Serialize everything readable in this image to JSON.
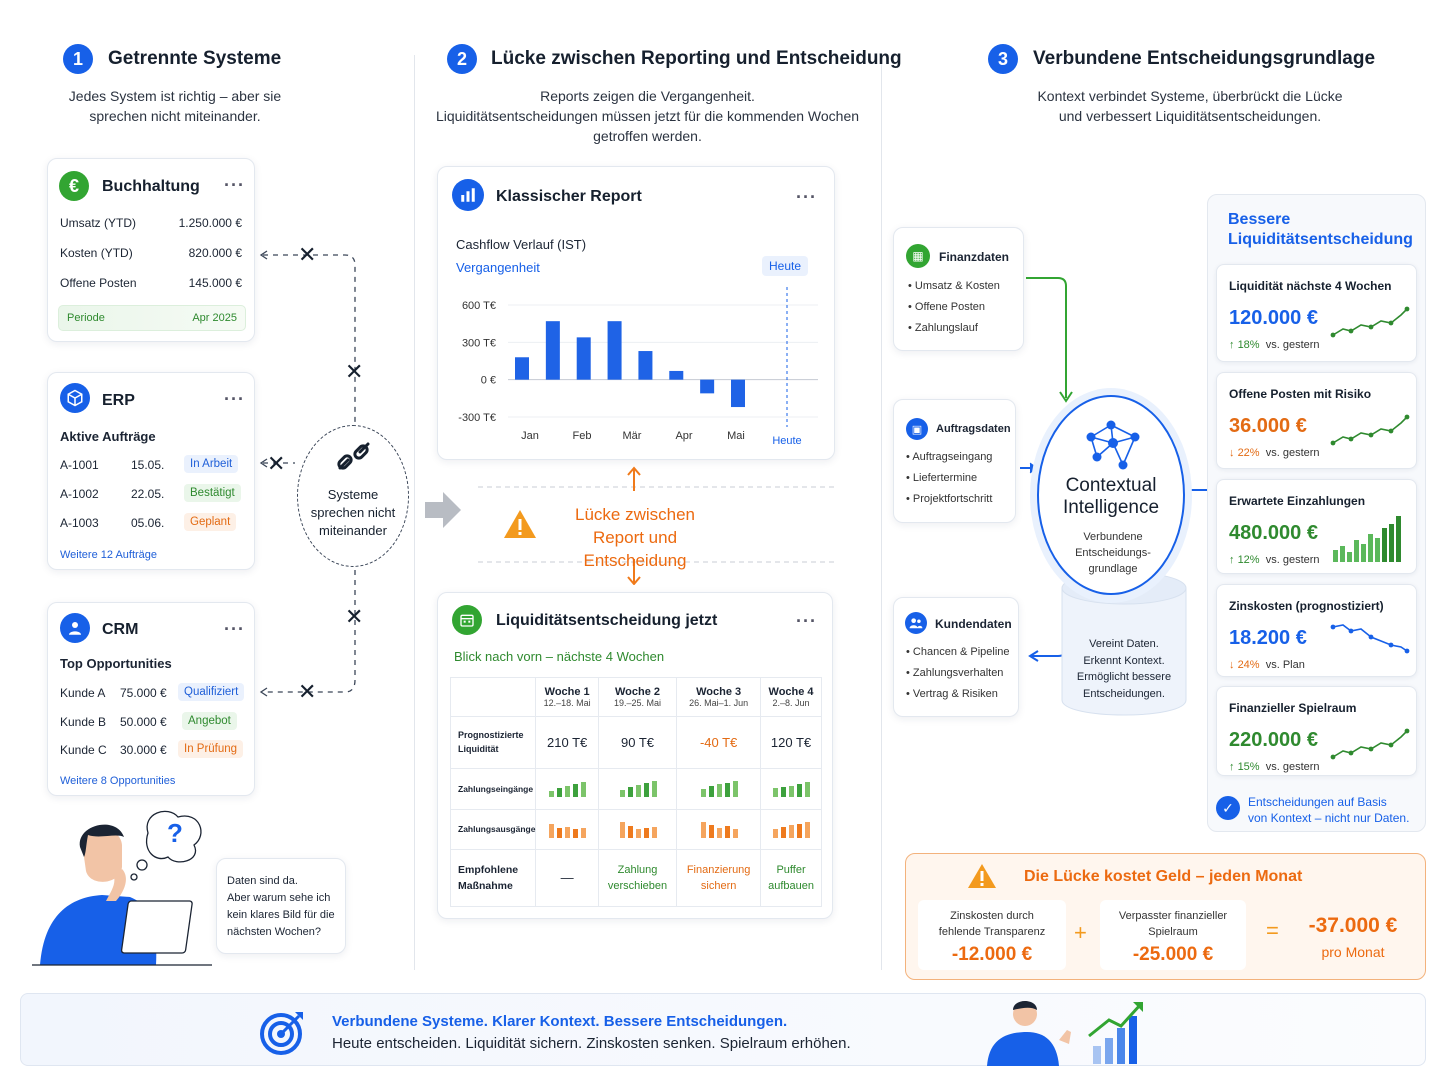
{
  "col1": {
    "num": "1",
    "title": "Getrennte Systeme",
    "sub1": "Jedes System ist richtig – aber sie",
    "sub2": "sprechen nicht miteinander.",
    "buchhaltung": {
      "title": "Buchhaltung",
      "dots": "···",
      "icon": "euro-icon",
      "icon_glyph": "€",
      "rows": [
        {
          "k": "Umsatz (YTD)",
          "v": "1.250.000 €"
        },
        {
          "k": "Kosten (YTD)",
          "v": "820.000 €"
        },
        {
          "k": "Offene Posten",
          "v": "145.000 €"
        }
      ],
      "period_label": "Periode",
      "period_value": "Apr 2025"
    },
    "erp": {
      "title": "ERP",
      "dots": "···",
      "section": "Aktive Aufträge",
      "rows": [
        {
          "id": "A-1001",
          "date": "15.05.",
          "status": "In Arbeit"
        },
        {
          "id": "A-1002",
          "date": "22.05.",
          "status": "Bestätigt"
        },
        {
          "id": "A-1003",
          "date": "05.06.",
          "status": "Geplant"
        }
      ],
      "more": "Weitere 12 Aufträge"
    },
    "crm": {
      "title": "CRM",
      "dots": "···",
      "section": "Top Opportunities",
      "rows": [
        {
          "k": "Kunde A",
          "v": "75.000 €",
          "status": "Qualifiziert"
        },
        {
          "k": "Kunde B",
          "v": "50.000 €",
          "status": "Angebot"
        },
        {
          "k": "Kunde C",
          "v": "30.000 €",
          "status": "In Prüfung"
        }
      ],
      "more": "Weitere 8 Opportunities"
    },
    "bubble_l1": "Systeme",
    "bubble_l2": "sprechen nicht",
    "bubble_l3": "miteinander",
    "x": "✕",
    "thought": "?",
    "speech": [
      "Daten sind da.",
      "Aber warum sehe ich",
      "kein klares Bild für die",
      "nächsten Wochen?"
    ]
  },
  "col2": {
    "num": "2",
    "title": "Lücke zwischen Reporting und Entscheidung",
    "sub1": "Reports zeigen die Vergangenheit.",
    "sub2": "Liquiditätsentscheidungen müssen jetzt für die kommenden Wochen",
    "sub3": "getroffen werden.",
    "report": {
      "title": "Klassischer Report",
      "dots": "···",
      "subtitle": "Cashflow Verlauf (IST)",
      "past": "Vergangenheit",
      "today": "Heute"
    },
    "gap_l1": "Lücke zwischen",
    "gap_l2": "Report und Entscheidung",
    "warn": "!",
    "decision": {
      "title": "Liquiditätsentscheidung jetzt",
      "dots": "···",
      "subtitle": "Blick nach vorn – nächste 4 Wochen",
      "weeks": [
        {
          "w": "Woche 1",
          "d": "12.–18. Mai"
        },
        {
          "w": "Woche 2",
          "d": "19.–25. Mai"
        },
        {
          "w": "Woche 3",
          "d": "26. Mai–1. Jun"
        },
        {
          "w": "Woche 4",
          "d": "2.–8. Jun"
        }
      ],
      "row1_l1": "Prognostizierte",
      "row1_l2": "Liquidität",
      "row1": [
        "210 T€",
        "90 T€",
        "-40 T€",
        "120 T€"
      ],
      "row2": "Zahlungseingänge",
      "row3": "Zahlungsausgänge",
      "row4_l1": "Empfohlene",
      "row4_l2": "Maßnahme",
      "actions": [
        {
          "l1": "—",
          "l2": ""
        },
        {
          "l1": "Zahlung",
          "l2": "verschieben"
        },
        {
          "l1": "Finanzierung",
          "l2": "sichern"
        },
        {
          "l1": "Puffer",
          "l2": "aufbauen"
        }
      ]
    }
  },
  "col3": {
    "num": "3",
    "title": "Verbundene Entscheidungsgrundlage",
    "sub1": "Kontext verbindet Systeme, überbrückt die Lücke",
    "sub2": "und verbessert Liquiditätsentscheidungen.",
    "sources": [
      {
        "title": "Finanzdaten",
        "items": [
          "Umsatz & Kosten",
          "Offene Posten",
          "Zahlungslauf"
        ]
      },
      {
        "title": "Auftragsdaten",
        "items": [
          "Auftragseingang",
          "Liefertermine",
          "Projektfortschritt"
        ]
      },
      {
        "title": "Kundendaten",
        "items": [
          "Chancen & Pipeline",
          "Zahlungsverhalten",
          "Vertrag & Risiken"
        ]
      }
    ],
    "ci_l1": "Contextual",
    "ci_l2": "Intelligence",
    "ci_s1": "Verbundene",
    "ci_s2": "Entscheidungs-",
    "ci_s3": "grundlage",
    "cyl": [
      "Vereint Daten.",
      "Erkennt Kontext.",
      "Ermöglicht bessere",
      "Entscheidungen."
    ],
    "better_l1": "Bessere",
    "better_l2": "Liquiditätsentscheidung",
    "kpis": [
      {
        "label": "Liquidität nächste 4 Wochen",
        "value": "120.000 €",
        "arrow": "↑",
        "pct": "18%",
        "ref": "vs. gestern",
        "color": "#1760e8"
      },
      {
        "label": "Offene Posten mit Risiko",
        "value": "36.000 €",
        "arrow": "↓",
        "pct": "22%",
        "ref": "vs. gestern",
        "color": "#e36b14"
      },
      {
        "label": "Erwartete Einzahlungen",
        "value": "480.000 €",
        "arrow": "↑",
        "pct": "12%",
        "ref": "vs. gestern",
        "color": "#2f8a2f"
      },
      {
        "label": "Zinskosten (prognostiziert)",
        "value": "18.200 €",
        "arrow": "↓",
        "pct": "24%",
        "ref": "vs. Plan",
        "color": "#1760e8"
      },
      {
        "label": "Finanzieller Spielraum",
        "value": "220.000 €",
        "arrow": "↑",
        "pct": "15%",
        "ref": "vs. gestern",
        "color": "#2f8a2f"
      }
    ],
    "check_l1": "Entscheidungen auf Basis",
    "check_l2": "von Kontext – nicht nur Daten.",
    "cost_title": "Die Lücke kostet Geld – jeden Monat",
    "cost1_l1": "Zinskosten durch",
    "cost1_l2": "fehlende Transparenz",
    "cost1_v": "-12.000 €",
    "cost2_l1": "Verpasster finanzieller",
    "cost2_l2": "Spielraum",
    "cost2_v": "-25.000 €",
    "plus": "+",
    "eq": "=",
    "total": "-37.000 €",
    "total_sub": "pro Monat"
  },
  "footer": {
    "l1": "Verbundene Systeme. Klarer Kontext. Bessere Entscheidungen.",
    "l2": "Heute entscheiden. Liquidität sichern. Zinskosten senken. Spielraum erhöhen."
  },
  "chart_data": {
    "type": "bar",
    "title": "Cashflow Verlauf (IST)",
    "categories": [
      "Jan",
      "Feb",
      "Mär",
      "Apr",
      "Mai"
    ],
    "x_today_label": "Heute",
    "values": [
      180,
      470,
      340,
      470,
      230,
      70,
      -110,
      -220
    ],
    "yticks": [
      "600 T€",
      "300 T€",
      "0 €",
      "-300 T€"
    ],
    "ylim": [
      -300,
      600
    ],
    "grid": true
  }
}
